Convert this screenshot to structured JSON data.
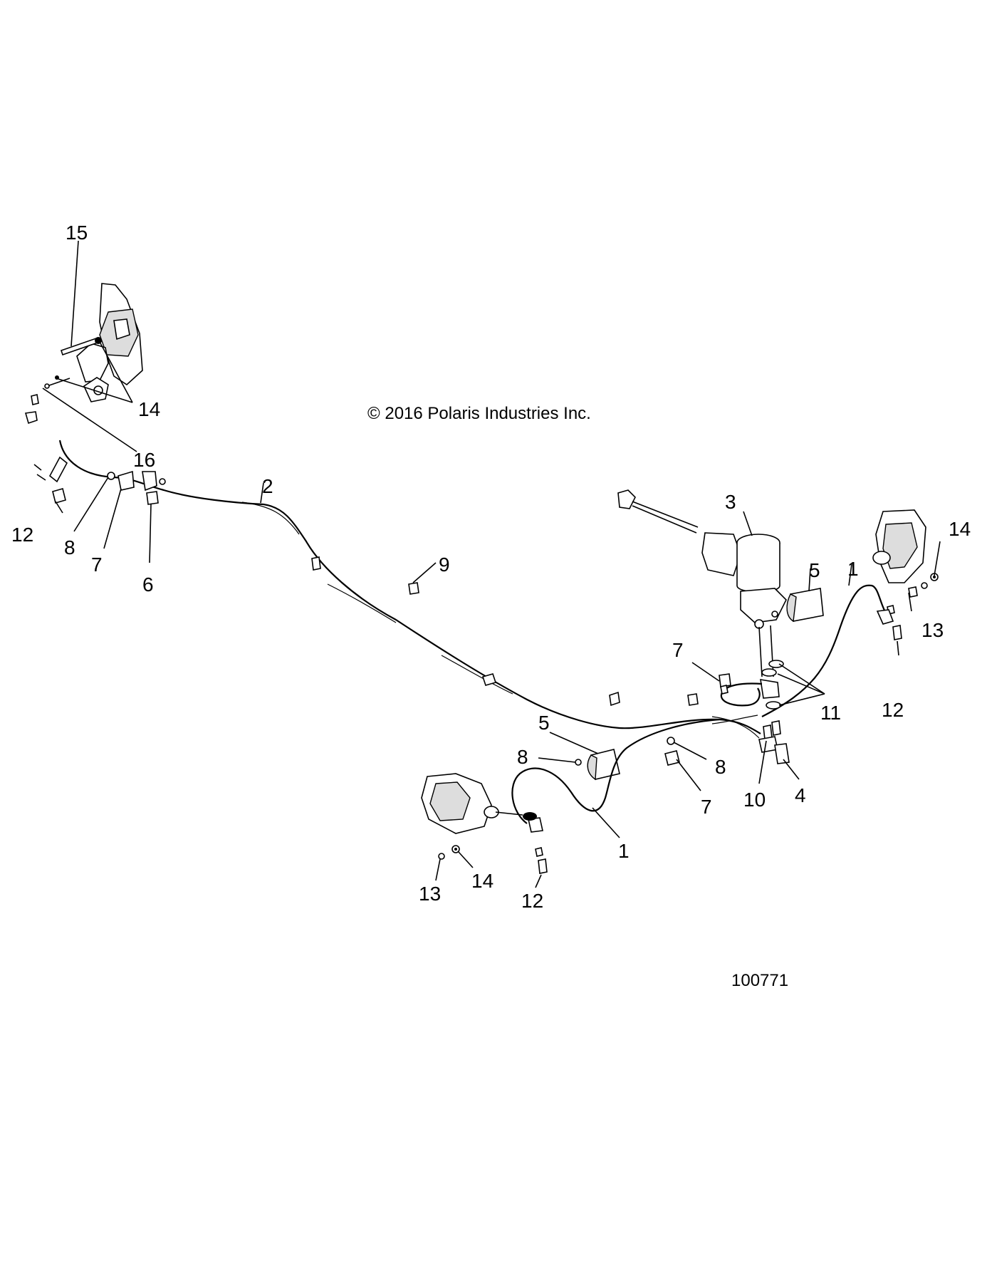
{
  "copyright": "© 2016 Polaris Industries Inc.",
  "figure_number": "100771",
  "callouts": {
    "c15": "15",
    "c14a": "14",
    "c16": "16",
    "c12a": "12",
    "c8a": "8",
    "c7a": "7",
    "c6": "6",
    "c2": "2",
    "c9": "9",
    "c3": "3",
    "c5a": "5",
    "c1a": "1",
    "c14b": "14",
    "c13a": "13",
    "c12b": "12",
    "c7b": "7",
    "c11": "11",
    "c5b": "5",
    "c8b": "8",
    "c8c": "8",
    "c7c": "7",
    "c10": "10",
    "c4": "4",
    "c1b": "1",
    "c13b": "13",
    "c14c": "14",
    "c12c": "12"
  },
  "colors": {
    "ink": "#000000",
    "background": "#ffffff",
    "shade": "#dddddd"
  }
}
